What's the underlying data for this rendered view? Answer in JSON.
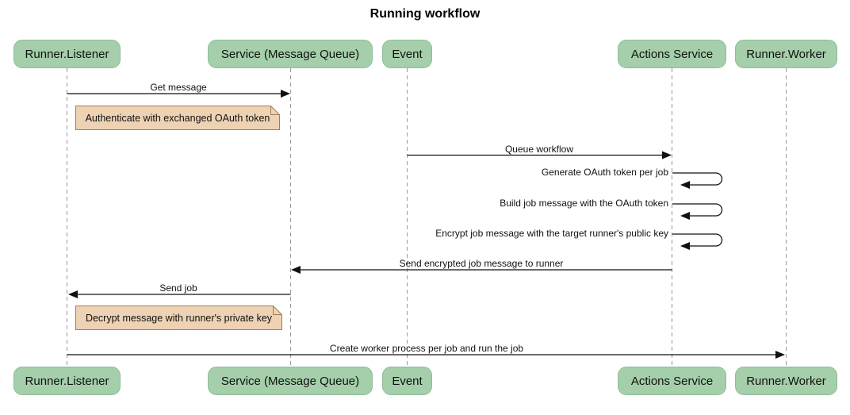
{
  "diagram": {
    "type": "sequence-diagram",
    "title": "Running workflow"
  },
  "colors": {
    "actor_fill": "#a4cfaa",
    "actor_border": "#8fbc98",
    "note_fill": "#edd2b4",
    "note_border": "#a57c52",
    "lifeline": "#999999",
    "arrow": "#111111"
  },
  "actors": [
    {
      "id": "runner-listener",
      "label": "Runner.Listener"
    },
    {
      "id": "service-message-queue",
      "label": "Service (Message Queue)"
    },
    {
      "id": "event",
      "label": "Event"
    },
    {
      "id": "actions-service",
      "label": "Actions Service"
    },
    {
      "id": "runner-worker",
      "label": "Runner.Worker"
    }
  ],
  "messages": [
    {
      "label": "Get message",
      "from": "Runner.Listener",
      "to": "Service (Message Queue)",
      "style": "solid-arrow"
    },
    {
      "label": "Queue workflow",
      "from": "Event",
      "to": "Actions Service",
      "style": "solid-arrow"
    },
    {
      "label": "Generate OAuth token per job",
      "from": "Actions Service",
      "to": "Actions Service",
      "style": "self-loop"
    },
    {
      "label": "Build job message with the OAuth token",
      "from": "Actions Service",
      "to": "Actions Service",
      "style": "self-loop"
    },
    {
      "label": "Encrypt job message with the target runner's public key",
      "from": "Actions Service",
      "to": "Actions Service",
      "style": "self-loop"
    },
    {
      "label": "Send encrypted job message to runner",
      "from": "Actions Service",
      "to": "Service (Message Queue)",
      "style": "solid-arrow"
    },
    {
      "label": "Send job",
      "from": "Service (Message Queue)",
      "to": "Runner.Listener",
      "style": "solid-arrow"
    },
    {
      "label": "Create worker process per job and run the job",
      "from": "Runner.Listener",
      "to": "Runner.Worker",
      "style": "solid-arrow"
    }
  ],
  "notes": [
    {
      "label": "Authenticate with exchanged OAuth token",
      "over": "Runner.Listener"
    },
    {
      "label": "Decrypt message with runner's private key",
      "over": "Runner.Listener"
    }
  ]
}
